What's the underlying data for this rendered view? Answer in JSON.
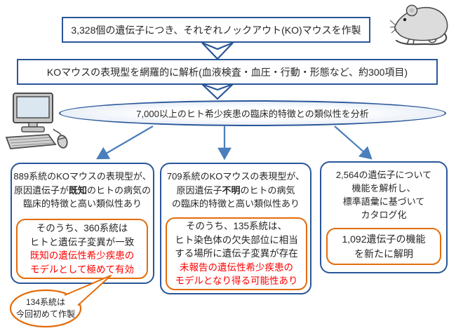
{
  "colors": {
    "box_border_blue": "#2a5699",
    "arrow_blue": "#4a7ebc",
    "highlight_border_orange": "#e36c0a",
    "red_text": "#fe0000",
    "text_dark": "#262626"
  },
  "flow": {
    "step1": "3,328個の遺伝子につき、それぞれノックアウト(KO)マウスを作製",
    "step2": "KOマウスの表現型を網羅的に解析(血液検査・血圧・行動・形態など、約300項目)",
    "step3": "7,000以上のヒト希少疾患の臨床的特徴との類似性を分析"
  },
  "branches": [
    {
      "summary_line1": "889系統のKOマウスの表現型が、",
      "summary_line2_pre": "原因遺伝子が",
      "summary_line2_bold": "既知",
      "summary_line2_post": "のヒトの病気の",
      "summary_line3": "臨床的特徴と高い類似性あり",
      "highlight_black_1": "そのうち、360系統は",
      "highlight_black_2": "ヒトと遺伝子変異が一致",
      "highlight_red_1": "既知の遺伝性希少疾患の",
      "highlight_red_2": "モデルとして極めて有効"
    },
    {
      "summary_line1": "709系統のKOマウスの表現型が、",
      "summary_line2_pre": "原因遺伝子",
      "summary_line2_bold": "不明",
      "summary_line2_post": "のヒトの病気",
      "summary_line3": "の臨床的特徴と高い類似性あり",
      "highlight_black_1": "そのうち、135系統は、",
      "highlight_black_2": "ヒト染色体の欠失部位に相当",
      "highlight_black_3": "する場所に遺伝子変異が存在",
      "highlight_red_1": "未報告の遺伝性希少疾患の",
      "highlight_red_2": "モデルとなり得る可能性あり"
    },
    {
      "summary_line1": "2,564の遺伝子について",
      "summary_line2": "機能を解析し、",
      "summary_line3": "標準語彙に基づいて",
      "summary_line4": "カタログ化",
      "highlight_black_1": "1,092遺伝子の機能",
      "highlight_black_2": "を新たに解明"
    }
  ],
  "callout": {
    "line1": "134系統は",
    "line2": "今回初めて作製"
  },
  "icons": {
    "mouse": "mouse-illustration",
    "computer": "desktop-computer-illustration",
    "down_arrow": "down-chevron-connector",
    "branch_arrow": "branch-arrow"
  }
}
